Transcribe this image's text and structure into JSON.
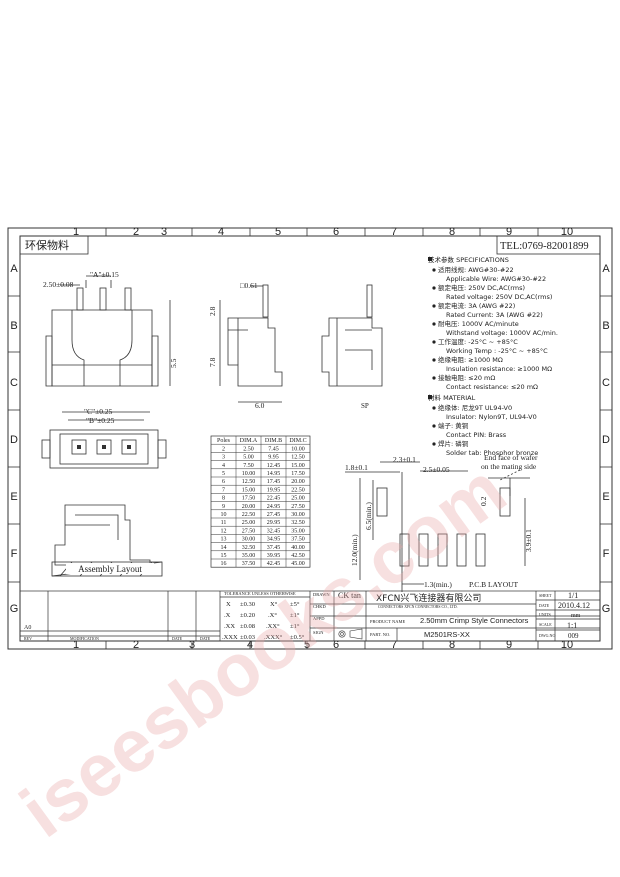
{
  "header": {
    "eco_label": "环保物料",
    "tel": "TEL:0769-82001899"
  },
  "border": {
    "top_cols": [
      "1",
      "2",
      "3",
      "4",
      "5",
      "6",
      "7",
      "8",
      "9",
      "10"
    ],
    "bottom_cols": [
      "1",
      "2",
      "3",
      "4",
      "5",
      "6",
      "7",
      "8",
      "9",
      "10"
    ],
    "rows": [
      "A",
      "B",
      "C",
      "D",
      "E",
      "F",
      "G"
    ]
  },
  "dims": {
    "a_tol": "\"A\"±0.15",
    "pitch": "2.50±0.08",
    "pin_w": "□0.61",
    "d28": "2.8",
    "d78": "7.8",
    "d55": "5.5",
    "d60": "6.0",
    "c_tol": "\"C\"±0.25",
    "b_tol": "\"B\"±0.25",
    "sp": "SP",
    "assembly": "Assembly Layout"
  },
  "dim_table": {
    "headers": [
      "Poles",
      "DIM.A",
      "DIM.B",
      "DIM.C"
    ],
    "rows": [
      [
        "2",
        "2.50",
        "7.45",
        "10.00"
      ],
      [
        "3",
        "5.00",
        "9.95",
        "12.50"
      ],
      [
        "4",
        "7.50",
        "12.45",
        "15.00"
      ],
      [
        "5",
        "10.00",
        "14.95",
        "17.50"
      ],
      [
        "6",
        "12.50",
        "17.45",
        "20.00"
      ],
      [
        "7",
        "15.00",
        "19.95",
        "22.50"
      ],
      [
        "8",
        "17.50",
        "22.45",
        "25.00"
      ],
      [
        "9",
        "20.00",
        "24.95",
        "27.50"
      ],
      [
        "10",
        "22.50",
        "27.45",
        "30.00"
      ],
      [
        "11",
        "25.00",
        "29.95",
        "32.50"
      ],
      [
        "12",
        "27.50",
        "32.45",
        "35.00"
      ],
      [
        "13",
        "30.00",
        "34.95",
        "37.50"
      ],
      [
        "14",
        "32.50",
        "37.45",
        "40.00"
      ],
      [
        "15",
        "35.00",
        "39.95",
        "42.50"
      ],
      [
        "16",
        "37.50",
        "42.45",
        "45.00"
      ]
    ]
  },
  "specs": {
    "title_cn": "技术参数",
    "title_en": "SPECIFICATIONS",
    "items": [
      {
        "cn": "适用线规: AWG#30-#22",
        "en": "Applicable Wire: AWG#30-#22"
      },
      {
        "cn": "额定电压: 250V DC,AC(rms)",
        "en": "Rated voltage: 250V DC,AC(rms)"
      },
      {
        "cn": "额定电流: 3A (AWG #22)",
        "en": "Rated Current: 3A (AWG #22)"
      },
      {
        "cn": "耐电压: 1000V AC/minute",
        "en": "Withstand voltage: 1000V AC/min."
      },
      {
        "cn": "工作温度: -25°C ~ +85°C",
        "en": "Working Temp : -25°C ~ +85°C"
      },
      {
        "cn": "绝缘电阻: ≥1000 MΩ",
        "en": "Insulation resistance: ≥1000 MΩ"
      },
      {
        "cn": "接触电阻: ≤20 mΩ",
        "en": "Contact resistance: ≤20 mΩ"
      }
    ],
    "material_cn": "材料",
    "material_en": "MATERIAL",
    "mat_items": [
      {
        "cn": "绝缘体: 尼龙9T UL94-V0",
        "en": "Insulator: Nylon9T, UL94-V0"
      },
      {
        "cn": "端子: 黄铜",
        "en": "Contact PIN: Brass"
      },
      {
        "cn": "焊片: 磷铜",
        "en": "Solder tab: Phosphor bronze"
      }
    ]
  },
  "pcb": {
    "d18": "1.8±0.1",
    "d23": "2.3±0.1",
    "d25": "2.5±0.05",
    "end_face": "End face of wafer",
    "mating": "on the mating side",
    "d02": "0.2",
    "d65": "6.5(min.)",
    "d120": "12.0(min.)",
    "d39": "3.9±0.1",
    "d13": "1.3(min.)",
    "pcb_layout": "P.C.B LAYOUT"
  },
  "title_block": {
    "tolerance": "TOLERANCE UNLESS OTHERWISE",
    "tol_rows": [
      [
        "X",
        "±0.30",
        "X°",
        "±5°"
      ],
      [
        ".X",
        "±0.20",
        ".X°",
        "±1°"
      ],
      [
        ".XX",
        "±0.08",
        ".XX°",
        "±1°"
      ],
      [
        ".XXX",
        "±0.03",
        ".XXX°",
        "±0.5°"
      ]
    ],
    "drawn": "DRAWN",
    "drawn_by": "CK tan",
    "chkd": "CHKD",
    "appd": "APPD",
    "sign": "SIGN",
    "company": "XFCN兴飞连接器有限公司",
    "company_en": "CONNECTORS XFCN CONNECTORS CO., LTD.",
    "product_name": "PRODUCT NAME",
    "product": "2.50mm Crimp Style Connectors",
    "part_no": "PART. NO.",
    "part": "M2501RS-XX",
    "page": "1/1",
    "date": "2010.4.12",
    "units": "mm",
    "scale": "1:1",
    "dwg_no": "009",
    "side_labels": [
      "SHEET",
      "DATE",
      "UNITS",
      "SCALE",
      "DWG.NO"
    ],
    "rev": "A0",
    "rev_cols": [
      "REV",
      "MODIFICATION",
      "DATE",
      "DATE"
    ]
  },
  "watermark": "iseesbooks.com"
}
